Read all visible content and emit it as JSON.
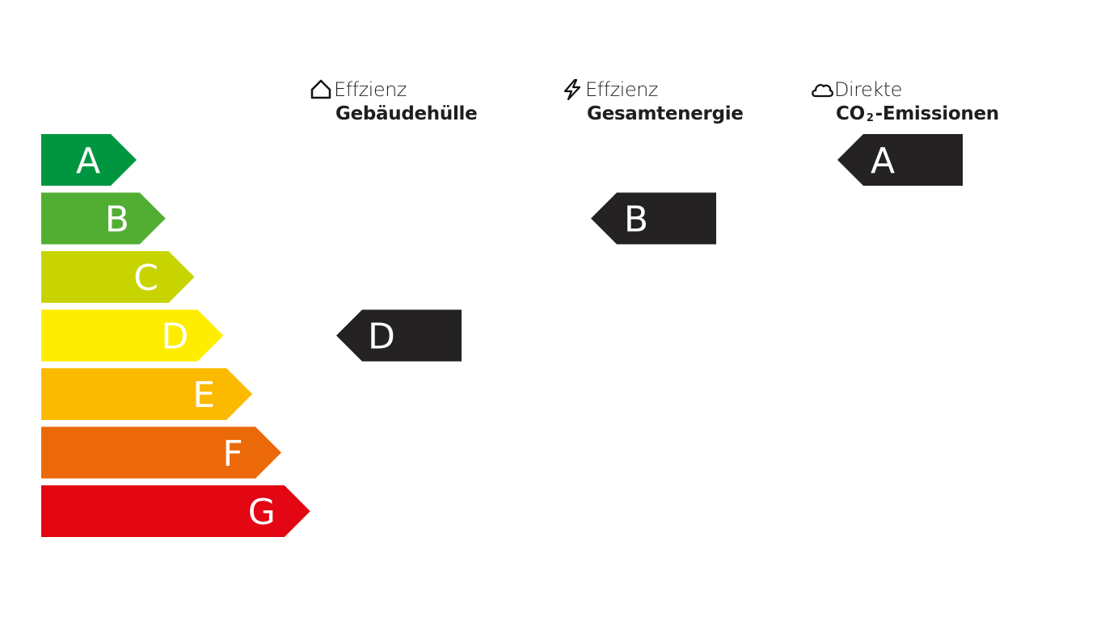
{
  "scale": [
    {
      "label": "A",
      "color": "#009640"
    },
    {
      "label": "B",
      "color": "#52ae32"
    },
    {
      "label": "C",
      "color": "#c8d400"
    },
    {
      "label": "D",
      "color": "#ffed00"
    },
    {
      "label": "E",
      "color": "#fbba00"
    },
    {
      "label": "F",
      "color": "#eb6909"
    },
    {
      "label": "G",
      "color": "#e30613"
    }
  ],
  "columns": [
    {
      "icon": "house-icon",
      "line1": "Effzienz",
      "line2": "Gebäudehülle",
      "rating": "D"
    },
    {
      "icon": "lightning-icon",
      "line1": "Effzienz",
      "line2": "Gesamtenergie",
      "rating": "B"
    },
    {
      "icon": "cloud-icon",
      "line1": "Direkte",
      "line2_pre": "CO",
      "line2_sub": "2",
      "line2_post": "-Emissionen",
      "rating": "A"
    }
  ],
  "pointer_color": "#252223"
}
